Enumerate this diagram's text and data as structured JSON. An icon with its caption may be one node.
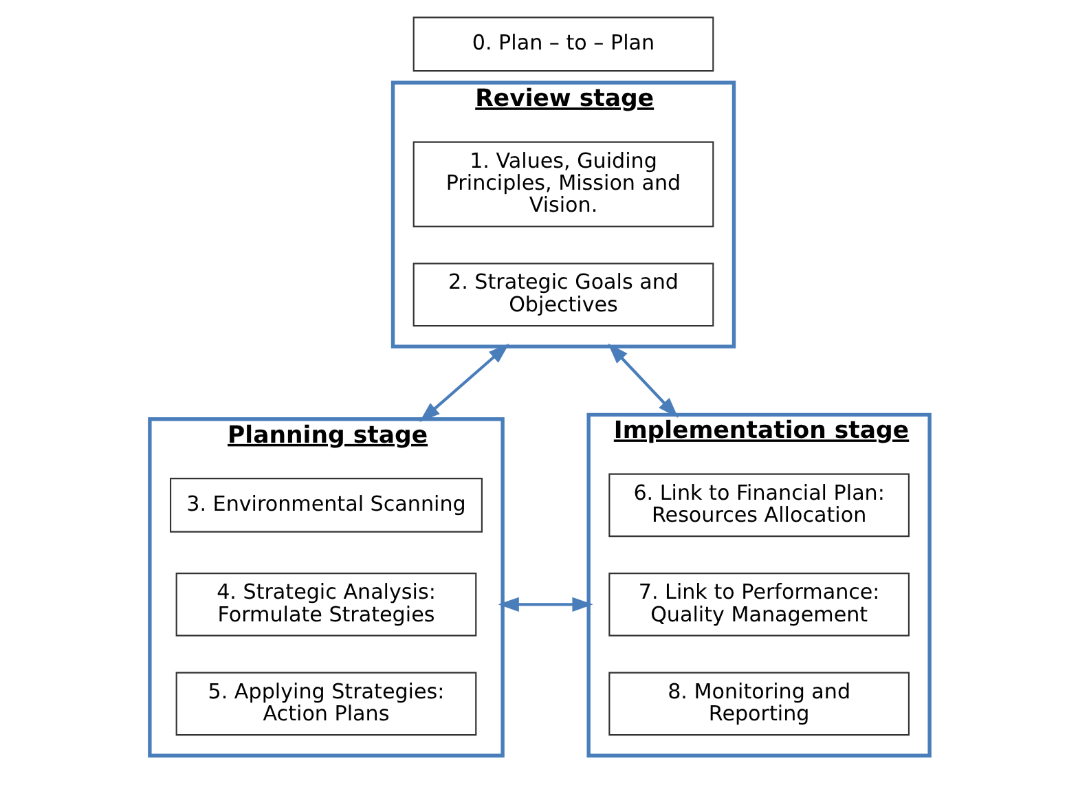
{
  "diagram": {
    "nodes": [
      {
        "text": [
          "0. Plan – to – Plan"
        ]
      },
      {
        "text": [
          "Review stage"
        ]
      },
      {
        "text": [
          "1. Values, Guiding Principles, Mission and Vision."
        ],
        "in": 1
      },
      {
        "text": [
          "2. Strategic Goals and Objectives"
        ],
        "in": 1
      },
      {
        "text": [
          "Planning stage"
        ]
      },
      {
        "text": [
          "3. Environmental Scanning"
        ],
        "in": 4
      },
      {
        "text": [
          "4. Strategic Analysis: Formulate Strategies"
        ],
        "in": 4
      },
      {
        "text": [
          "5. Applying Strategies: Action Plans"
        ],
        "in": 4
      },
      {
        "text": [
          "Implementation stage"
        ]
      },
      {
        "text": [
          "6. Link to Financial Plan: Resources Allocation"
        ],
        "in": 8
      },
      {
        "text": [
          "7. Link to Performance: Quality Management"
        ],
        "in": 8
      },
      {
        "text": [
          "8. Monitoring and Reporting"
        ],
        "in": 8
      }
    ],
    "edges": [
      {
        "from": 1,
        "to": 4,
        "arrow": "both"
      },
      {
        "from": 1,
        "to": 8,
        "arrow": "both"
      },
      {
        "from": 4,
        "to": 8,
        "arrow": "both"
      }
    ]
  }
}
